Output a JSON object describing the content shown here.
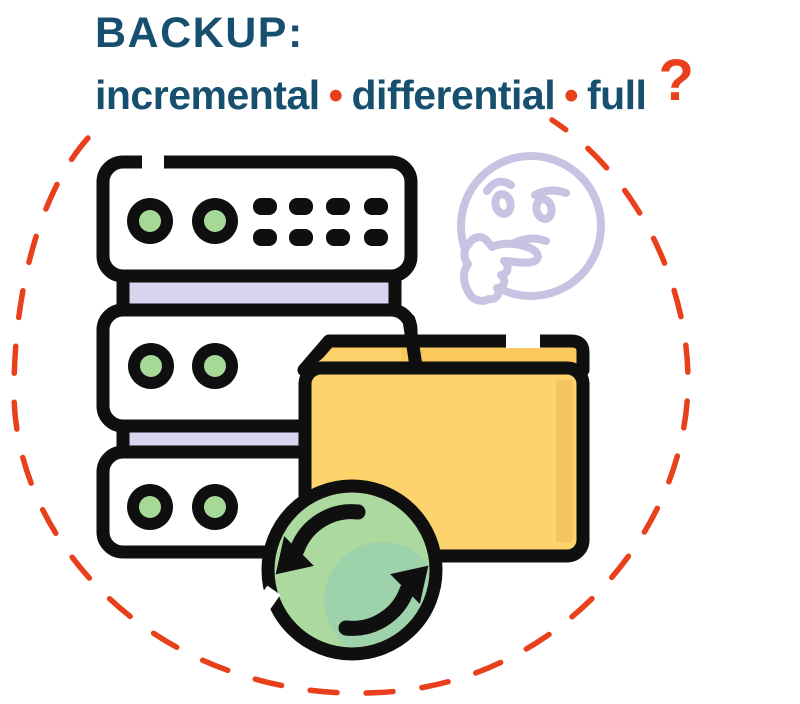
{
  "header": {
    "title": "BACKUP:",
    "words": [
      "incremental",
      "differential",
      "full"
    ],
    "separator": "•",
    "question_mark": "?",
    "title_color": "#17506f",
    "accent_color": "#e8401a"
  },
  "illustration": {
    "icons": [
      "server-stack-icon",
      "folder-icon",
      "sync-arrows-icon",
      "thinking-face-icon",
      "dashed-circle-icon"
    ],
    "colors": {
      "outline": "#0f0f0f",
      "server_fill": "#ffffff",
      "led_green": "#a6d898",
      "connector_lavender": "#d8d3ee",
      "folder_front": "#fdd36d",
      "folder_back": "#fbc85c",
      "folder_shadow": "#f4c45f",
      "sync_fill": "#abd99e",
      "sync_shade": "#9dd2aa",
      "emoji_outline": "#c7c3e3",
      "dash_red": "#e8401a"
    }
  }
}
